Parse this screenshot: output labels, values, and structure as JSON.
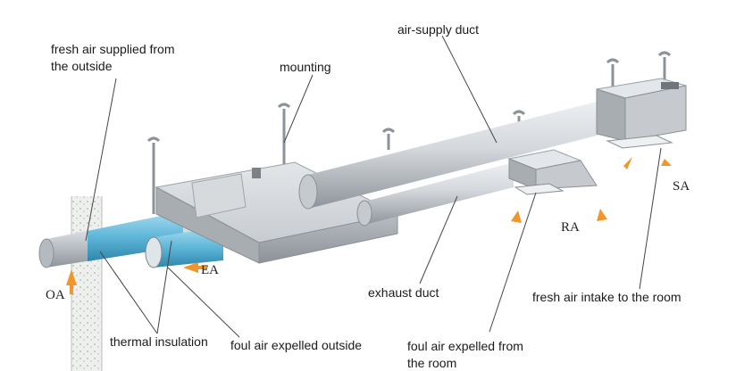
{
  "labels": {
    "fresh_air_line1": "fresh air supplied from",
    "fresh_air_line2": "the outside",
    "mounting": "mounting",
    "air_supply_duct": "air-supply duct",
    "oa": "OA",
    "ea": "EA",
    "ra": "RA",
    "sa": "SA",
    "exhaust_duct": "exhaust duct",
    "thermal_insulation": "thermal insulation",
    "foul_air_outside": "foul air expelled outside",
    "foul_air_room_line1": "foul air expelled from",
    "foul_air_room_line2": "the room",
    "fresh_air_intake": "fresh air intake to the room"
  },
  "colors": {
    "arrow": "#f0962a",
    "insulation": "#5fb7d9",
    "duct": "#c9cdd2",
    "duct_dark": "#9ea3a9",
    "leader": "#444444"
  },
  "icons": [
    "airflow-arrow-icon",
    "wall-icon",
    "hanger-rod-icon"
  ]
}
